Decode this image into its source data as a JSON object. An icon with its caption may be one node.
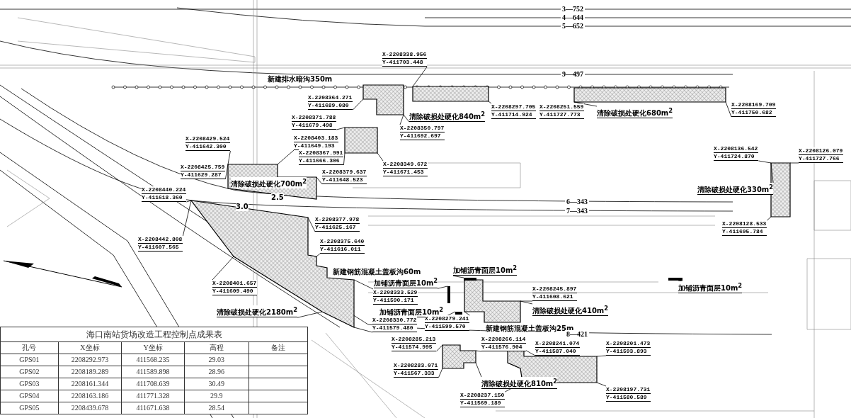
{
  "diagram": {
    "nodes": [
      {
        "text": [],
        "shape": "polygon"
      },
      {
        "text": [],
        "shape": "polygon"
      },
      {
        "text": [],
        "shape": "polygon"
      },
      {
        "text": [],
        "shape": "polygon"
      },
      {
        "text": [
          "清除破损处硬化700m$^{2}$"
        ]
      },
      {
        "text": [],
        "shape": "polygon"
      },
      {
        "text": [],
        "shape": "polygon"
      },
      {
        "text": [],
        "shape": "polygon"
      },
      {
        "text": [],
        "shape": "polygon"
      },
      {
        "text": [],
        "shape": "polygon"
      },
      {
        "text": [],
        "shape": "bar"
      },
      {
        "text": [],
        "shape": "bar"
      },
      {
        "text": [],
        "shape": "bar"
      },
      {
        "text": [],
        "shape": "bar"
      },
      {
        "text": [
          "清除破损处硬化840m$^{2}$"
        ]
      },
      {
        "text": [
          "清除破损处硬化680m$^{2}$"
        ]
      },
      {
        "text": [
          "清除破损处硬化2180m$^{2}$"
        ]
      },
      {
        "text": [
          "清除破损处硬化410m$^{2}$"
        ]
      },
      {
        "text": [
          "清除破损处硬化810m$^{2}$"
        ]
      },
      {
        "text": [
          "清除破损处硬化330m$^{2}$"
        ]
      },
      {
        "text": [
          "加铺沥青面层10m$^{2}$"
        ]
      },
      {
        "text": [
          "加铺沥青面层10m$^{2}$"
        ]
      },
      {
        "text": [
          "加铺沥青面层10m$^{2}$"
        ]
      },
      {
        "text": [
          "加铺沥青面层10m$^{2}$"
        ]
      },
      {
        "text": [
          "X-2208338.956",
          "Y-411703.448"
        ]
      },
      {
        "text": [
          "X-2208364.271",
          "Y-411689.080"
        ]
      },
      {
        "text": [
          "X-2208350.797",
          "Y-411692.697"
        ]
      },
      {
        "text": [
          "X-2208297.705",
          "Y-411714.924"
        ]
      },
      {
        "text": [
          "X-2208251.559",
          "Y-411727.773"
        ]
      },
      {
        "text": [
          "X-2208169.709",
          "Y-411750.682"
        ]
      },
      {
        "text": [
          "X-2208371.788",
          "Y-411679.498"
        ]
      },
      {
        "text": [
          "X-2208429.524",
          "Y-411642.300"
        ]
      },
      {
        "text": [
          "X-2208403.183",
          "Y-411649.193"
        ]
      },
      {
        "text": [
          "X-2208367.991",
          "Y-411666.306"
        ]
      },
      {
        "text": [
          "X-2208349.672",
          "Y-411671.453"
        ]
      },
      {
        "text": [
          "X-2208425.759",
          "Y-411629.287"
        ]
      },
      {
        "text": [
          "X-2208379.637",
          "Y-411648.523"
        ]
      },
      {
        "text": [
          "X-2208440.224",
          "Y-411618.360"
        ]
      },
      {
        "text": [
          "X-2208442.808",
          "Y-411607.565"
        ]
      },
      {
        "text": [
          "X-2208377.978",
          "Y-411625.167"
        ]
      },
      {
        "text": [
          "X-2208401.657",
          "Y-411609.490"
        ]
      },
      {
        "text": [
          "X-2208375.640",
          "Y-411616.011"
        ]
      },
      {
        "text": [
          "X-2208333.529",
          "Y-411590.171"
        ]
      },
      {
        "text": [
          "X-2208330.772",
          "Y-411579.480"
        ]
      },
      {
        "text": [
          "X-2208279.241",
          "Y-411599.570"
        ]
      },
      {
        "text": [
          "X-2208245.897",
          "Y-411608.621"
        ]
      },
      {
        "text": [
          "X-2208285.213",
          "Y-411574.995"
        ]
      },
      {
        "text": [
          "X-2208283.071",
          "Y-411567.333"
        ]
      },
      {
        "text": [
          "X-2208266.114",
          "Y-411576.904"
        ]
      },
      {
        "text": [
          "X-2208241.074",
          "Y-411587.040"
        ]
      },
      {
        "text": [
          "X-2208201.473",
          "Y-411593.893"
        ]
      },
      {
        "text": [
          "X-2208237.150",
          "Y-411569.189"
        ]
      },
      {
        "text": [
          "X-2208197.731",
          "Y-411580.589"
        ]
      },
      {
        "text": [
          "X-2208136.542",
          "Y-411724.870"
        ]
      },
      {
        "text": [
          "X-2208126.079",
          "Y-411727.766"
        ]
      },
      {
        "text": [
          "X-2208128.533",
          "Y-411695.784"
        ]
      }
    ],
    "edges": [
      {
        "from": 14,
        "to": 0,
        "arrow": "none"
      },
      {
        "from": 15,
        "to": 2,
        "arrow": "none"
      },
      {
        "from": 16,
        "to": 5,
        "arrow": "none"
      },
      {
        "from": 17,
        "to": 6,
        "arrow": "none"
      },
      {
        "from": 18,
        "to": 7,
        "arrow": "none"
      },
      {
        "from": 19,
        "to": 9,
        "arrow": "none"
      },
      {
        "from": 20,
        "to": 10,
        "arrow": "none"
      },
      {
        "from": 21,
        "to": 11,
        "arrow": "none"
      },
      {
        "from": 22,
        "to": 12,
        "arrow": "none"
      },
      {
        "from": 23,
        "to": 13,
        "arrow": "none"
      },
      {
        "from": 24,
        "to": 1,
        "arrow": "none"
      },
      {
        "from": 25,
        "to": 0,
        "arrow": "none"
      },
      {
        "from": 26,
        "to": 0,
        "arrow": "none"
      },
      {
        "from": 27,
        "to": 1,
        "arrow": "none"
      },
      {
        "from": 28,
        "to": 2,
        "arrow": "none"
      },
      {
        "from": 29,
        "to": 2,
        "arrow": "none"
      },
      {
        "from": 30,
        "to": 3,
        "arrow": "none"
      },
      {
        "from": 31,
        "to": 4,
        "arrow": "none"
      },
      {
        "from": 32,
        "to": 4,
        "arrow": "none"
      },
      {
        "from": 33,
        "to": 3,
        "arrow": "none"
      },
      {
        "from": 34,
        "to": 3,
        "arrow": "none"
      },
      {
        "from": 35,
        "to": 4,
        "arrow": "none"
      },
      {
        "from": 36,
        "to": 4,
        "arrow": "none"
      },
      {
        "from": 37,
        "to": 5,
        "arrow": "none"
      },
      {
        "from": 38,
        "to": 5,
        "arrow": "none"
      },
      {
        "from": 39,
        "to": 5,
        "arrow": "none"
      },
      {
        "from": 40,
        "to": 5,
        "arrow": "none"
      },
      {
        "from": 41,
        "to": 5,
        "arrow": "none"
      },
      {
        "from": 42,
        "to": 5,
        "arrow": "none"
      },
      {
        "from": 43,
        "to": 5,
        "arrow": "none"
      },
      {
        "from": 44,
        "to": 6,
        "arrow": "none"
      },
      {
        "from": 45,
        "to": 6,
        "arrow": "none"
      },
      {
        "from": 46,
        "to": 7,
        "arrow": "none"
      },
      {
        "from": 47,
        "to": 7,
        "arrow": "none"
      },
      {
        "from": 48,
        "to": 7,
        "arrow": "none"
      },
      {
        "from": 49,
        "to": 8,
        "arrow": "none"
      },
      {
        "from": 50,
        "to": 8,
        "arrow": "none"
      },
      {
        "from": 51,
        "to": 8,
        "arrow": "none"
      },
      {
        "from": 52,
        "to": 8,
        "arrow": "none"
      },
      {
        "from": 53,
        "to": 9,
        "arrow": "none"
      },
      {
        "from": 54,
        "to": 9,
        "arrow": "none"
      },
      {
        "from": 55,
        "to": 9,
        "arrow": "none"
      }
    ],
    "labels": [
      "3—752",
      "4—644",
      "5—652",
      "9—497",
      "新建排水暗沟350m",
      "2.5",
      "3.0",
      "6—343",
      "7—343",
      "新建钢筋混凝土盖板沟60m",
      "新建钢筋混凝土盖板沟25m",
      "8—421",
      "海口南站货场改造工程控制点成果表",
      "孔号",
      "X坐标",
      "Y坐标",
      "高程",
      "备注",
      "GPS01",
      "2208292.973",
      "411568.235",
      "29.03",
      "GPS02",
      "2208189.289",
      "411589.898",
      "28.96",
      "GPS03",
      "2208161.344",
      "411708.639",
      "30.49",
      "GPS04",
      "2208163.186",
      "411771.328",
      "29.9",
      "GPS05",
      "2208439.678",
      "411671.638",
      "28.54"
    ]
  }
}
